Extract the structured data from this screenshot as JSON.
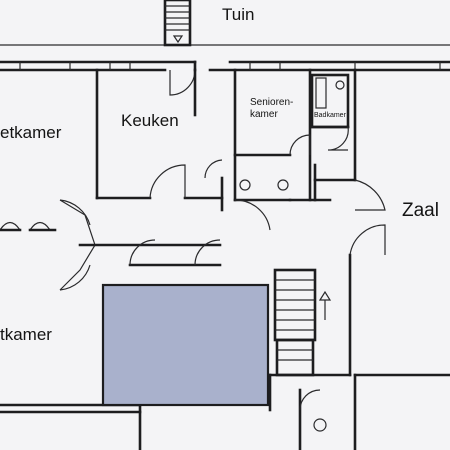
{
  "labels": {
    "tuin": "Tuin",
    "eetkamer": "etkamer",
    "keuken": "Keuken",
    "seniorenkamer_1": "Senioren-",
    "seniorenkamer_2": "kamer",
    "badkamer": "Badkamer",
    "zaal": "Zaal",
    "woonkamer": "tkamer"
  },
  "colors": {
    "background": "#f4f4f6",
    "wall": "#1d1d1f",
    "highlight_room": "#a9b1cc"
  }
}
